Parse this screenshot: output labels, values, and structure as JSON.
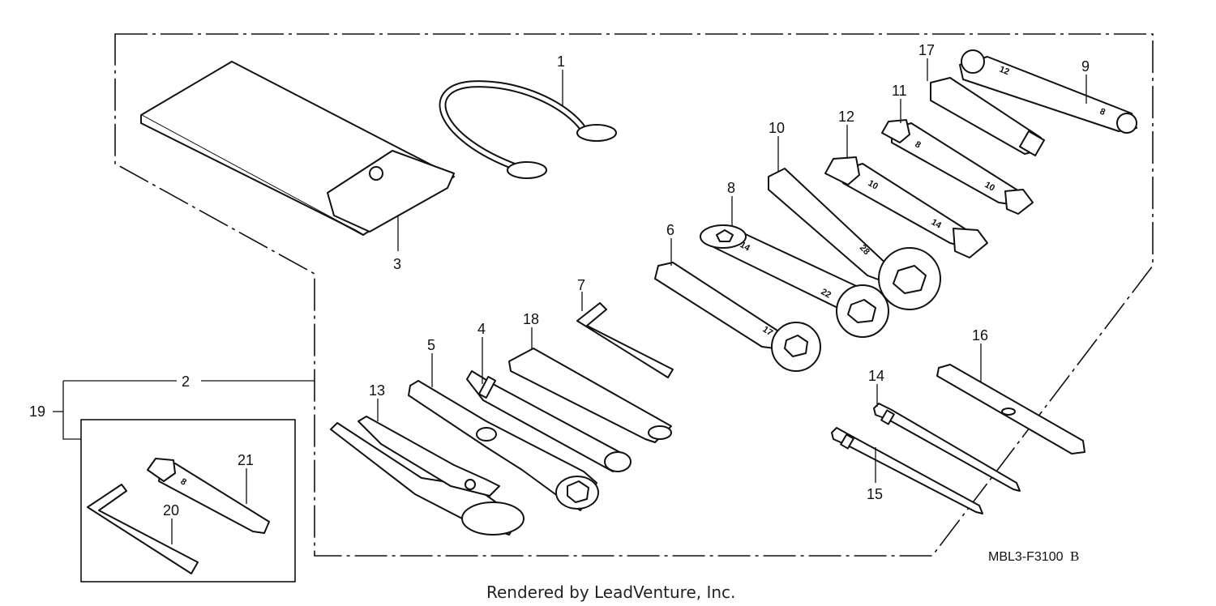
{
  "diagram": {
    "callouts": {
      "c1": "1",
      "c2": "2",
      "c3": "3",
      "c4": "4",
      "c5": "5",
      "c6": "6",
      "c7": "7",
      "c8": "8",
      "c9": "9",
      "c10": "10",
      "c11": "11",
      "c12": "12",
      "c13": "13",
      "c14": "14",
      "c15": "15",
      "c16": "16",
      "c17": "17",
      "c18": "18",
      "c19": "19",
      "c20": "20",
      "c21": "21"
    },
    "wrench_stamps": {
      "w8a": "14",
      "w8b": "22",
      "w6": "17",
      "w10": "28",
      "w12a": "10",
      "w12b": "14",
      "w11a": "8",
      "w11b": "10",
      "w9a": "12",
      "w9b": "8",
      "w21": "8"
    },
    "diagram_code": "MBL3-F3100",
    "diagram_code_suffix": "B"
  },
  "footer": {
    "credit": "Rendered by LeadVenture, Inc."
  }
}
